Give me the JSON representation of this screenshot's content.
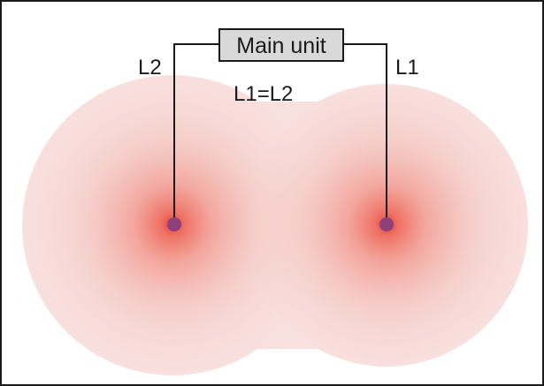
{
  "main_unit": {
    "label": "Main unit"
  },
  "labels": {
    "left_cable": "L2",
    "right_cable": "L1",
    "equation": "L1=L2"
  },
  "colors": {
    "border": "#1a1a1a",
    "box_fill": "#d9d9d9",
    "field_outer": "#f6d6d3",
    "field_inner": "#e3463a",
    "node": "#8e3f7d"
  }
}
